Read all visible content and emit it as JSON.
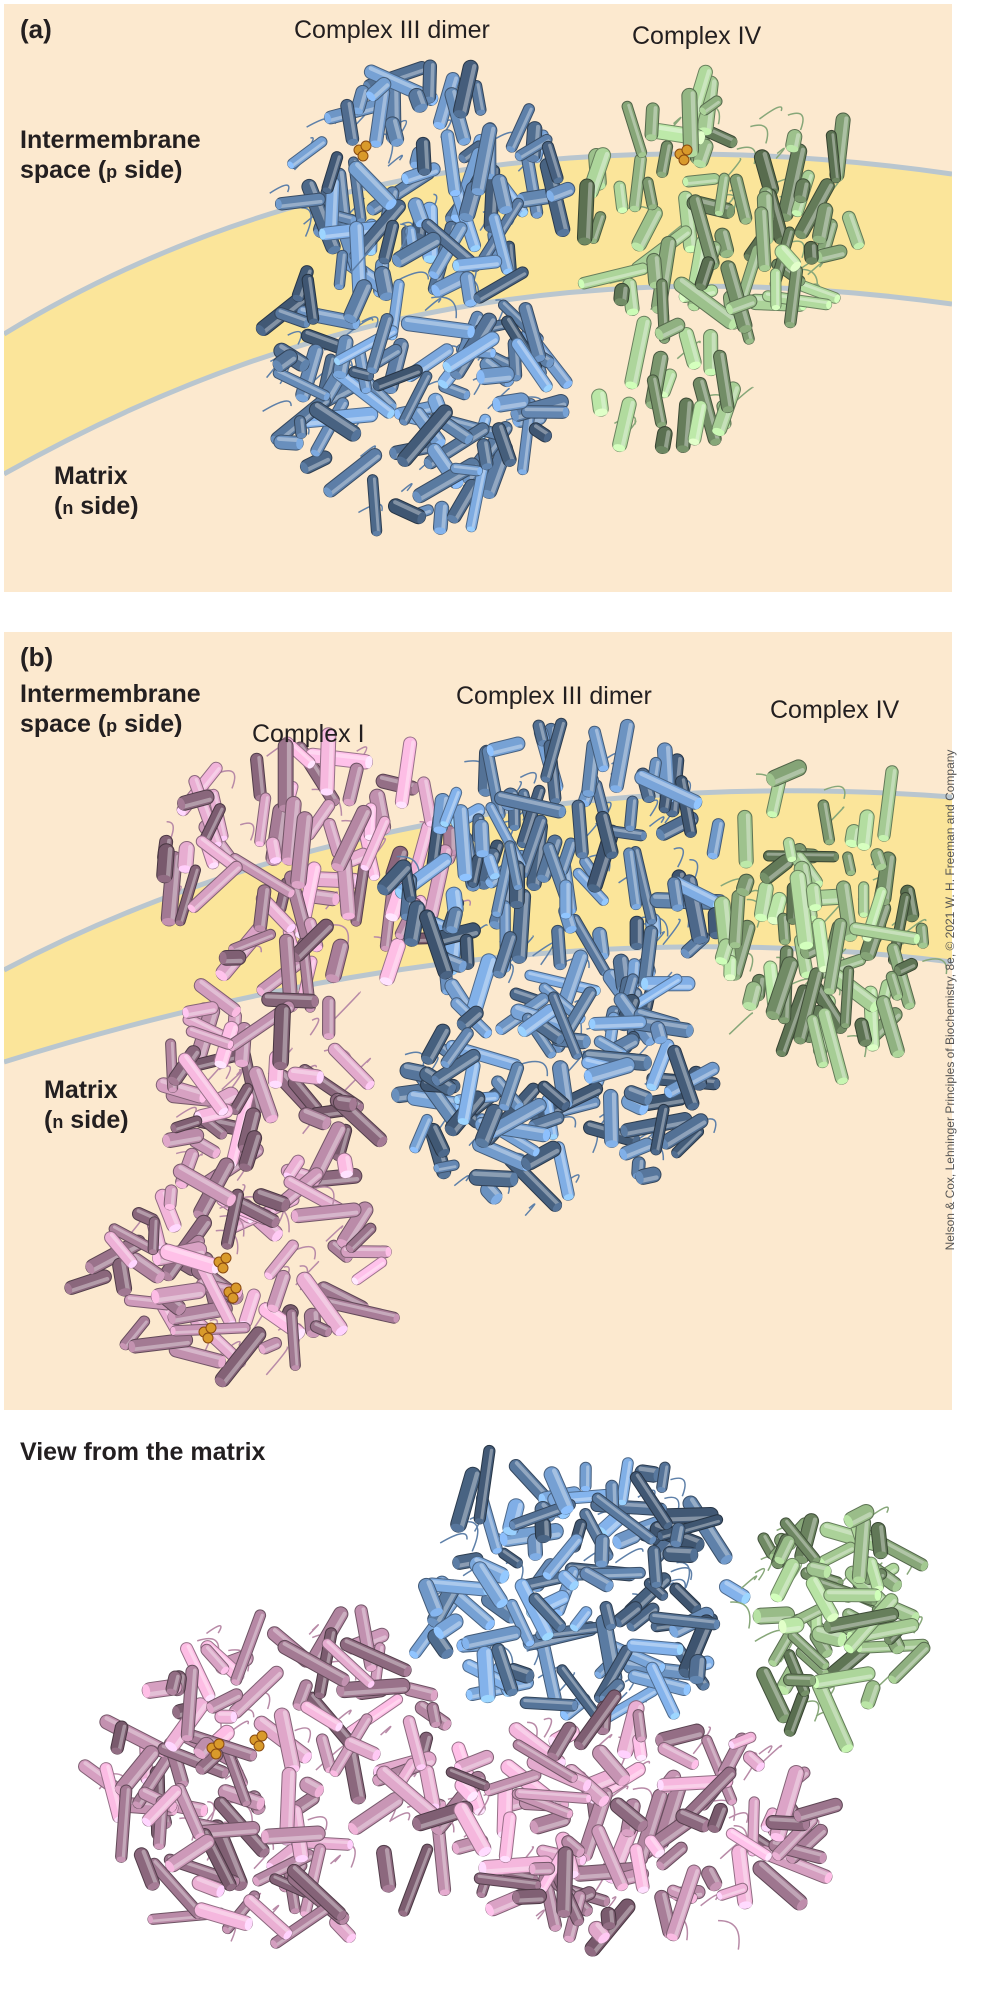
{
  "panel_a": {
    "label": "(a)",
    "complex_iii": "Complex III dimer",
    "complex_iv": "Complex IV",
    "ims_line1": "Intermembrane",
    "ims_line2_pre": "space (",
    "ims_line2_sc": "p",
    "ims_line2_post": " side)",
    "matrix_line1": "Matrix",
    "matrix_line2_pre": "(",
    "matrix_line2_sc": "n",
    "matrix_line2_post": " side)"
  },
  "panel_b": {
    "label": "(b)",
    "complex_i": "Complex I",
    "complex_iii": "Complex III dimer",
    "complex_iv": "Complex IV",
    "ims_line1": "Intermembrane",
    "ims_line2_pre": "space (",
    "ims_line2_sc": "p",
    "ims_line2_post": " side)",
    "matrix_line1": "Matrix",
    "matrix_line2_pre": "(",
    "matrix_line2_sc": "n",
    "matrix_line2_post": " side)"
  },
  "panel_c": {
    "title": "View from the matrix"
  },
  "credit": {
    "text": "Nelson & Cox, Lehninger Principles of Biochemistry, 8e, © 2021 W. H. Freeman and Company"
  },
  "colors": {
    "background": "#fce9cf",
    "membrane": "#fbe59a",
    "complex_i": "#d9a2c4",
    "complex_iii": "#6f97c7",
    "complex_iv": "#9fc48e"
  }
}
